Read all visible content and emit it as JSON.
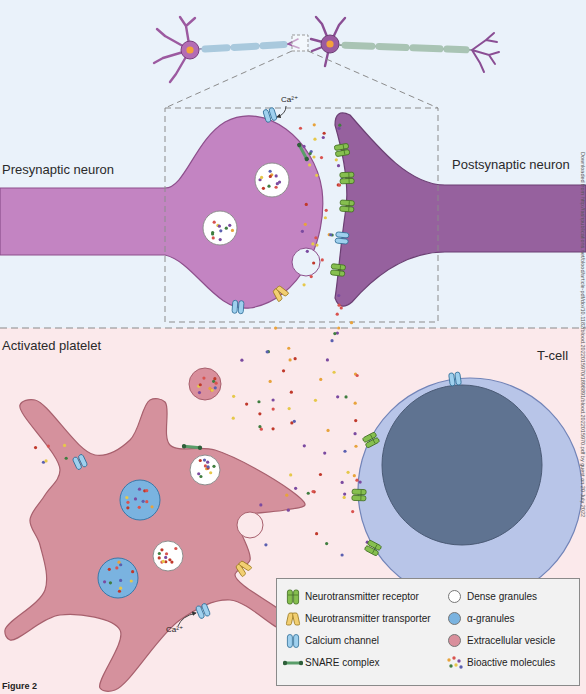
{
  "diagram": {
    "nodes": [
      {
        "text": [
          "Presynaptic neuron"
        ]
      },
      {
        "text": [
          "Postsynaptic neuron"
        ]
      },
      {
        "text": [
          "Activated platelet"
        ]
      },
      {
        "text": [
          "T-cell"
        ]
      }
    ],
    "labels": [
      "Ca²⁺",
      "Ca²⁺",
      "Figure 2",
      "Downloaded from http://ashpublications.net/blood/article-pdf/doi/10.1182/blood.2022015970/1898891/blood.2022015970.pdf by guest on 20 July 2022"
    ],
    "legend": [
      {
        "text": "Neurotransmitter receptor"
      },
      {
        "text": "Neurotransmitter transporter"
      },
      {
        "text": "Calcium channel"
      },
      {
        "text": "SNARE complex"
      },
      {
        "text": "Dense granules",
        "color": "#ffffff"
      },
      {
        "text": "α-granules",
        "color": "#7ab3e0"
      },
      {
        "text": "Extracellular vesicle",
        "color": "#d98f9c"
      },
      {
        "text": "Bioactive molecules"
      }
    ]
  }
}
